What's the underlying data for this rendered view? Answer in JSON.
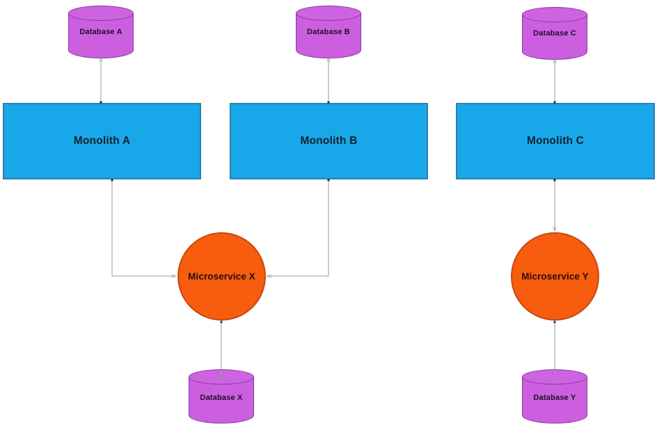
{
  "diagram": {
    "top_databases": [
      {
        "label": "Database A"
      },
      {
        "label": "Database B"
      },
      {
        "label": "Database C"
      }
    ],
    "monoliths": [
      {
        "label": "Monolith A"
      },
      {
        "label": "Monolith B"
      },
      {
        "label": "Monolith C"
      }
    ],
    "microservices": [
      {
        "label": "Microservice X"
      },
      {
        "label": "Microservice Y"
      }
    ],
    "bottom_databases": [
      {
        "label": "Database X"
      },
      {
        "label": "Database Y"
      }
    ],
    "connections": [
      "Monolith A -> Database A",
      "Monolith B -> Database B",
      "Monolith C -> Database C",
      "Monolith A -> Microservice X",
      "Monolith B -> Microservice X",
      "Monolith C -> Microservice Y",
      "Microservice X -> Database X",
      "Microservice Y -> Database Y"
    ],
    "colors": {
      "database_fill": "#cb5fe0",
      "database_border": "#86389c",
      "monolith_fill": "#18a8ea",
      "monolith_border": "#2a7fab",
      "microservice_fill": "#f85c0e",
      "microservice_border": "#c44a0e",
      "connector": "#999999",
      "arrowhead": "#2b2b2b"
    }
  }
}
